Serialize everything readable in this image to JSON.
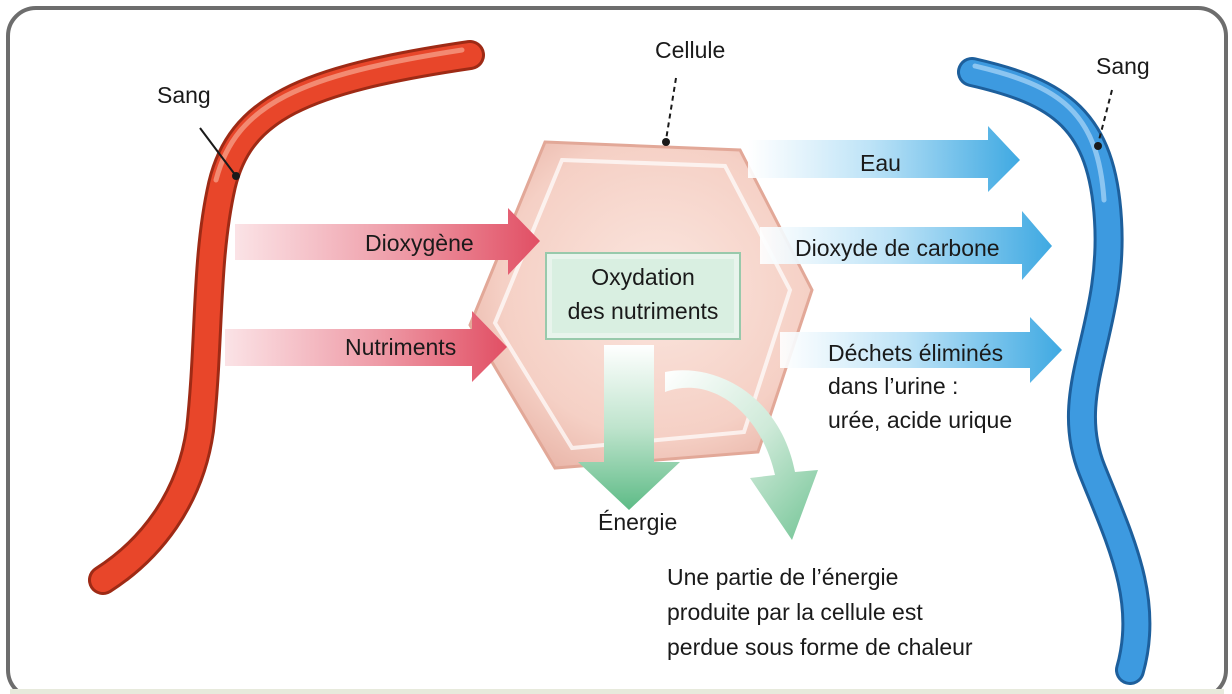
{
  "blood_left": {
    "label": "Sang",
    "color": "#e8462a"
  },
  "blood_right": {
    "label": "Sang",
    "color": "#3d9ae0"
  },
  "cell": {
    "label": "Cellule",
    "color": "#f6d3cb"
  },
  "process": {
    "line1": "Oxydation",
    "line2": "des nutriments",
    "color": "#d9efe1"
  },
  "inputs": [
    {
      "label": "Dioxygène",
      "color": "#e46a78"
    },
    {
      "label": "Nutriments",
      "color": "#e46a78"
    }
  ],
  "outputs": [
    {
      "lines": [
        "Eau"
      ],
      "color": "#4fb4e6"
    },
    {
      "lines": [
        "Dioxyde de carbone"
      ],
      "color": "#4fb4e6"
    },
    {
      "lines": [
        "Déchets éliminés",
        "dans l’urine :",
        "urée, acide urique"
      ],
      "color": "#4fb4e6"
    }
  ],
  "energy": {
    "label": "Énergie",
    "color": "#6fc292"
  },
  "heat_note": {
    "lines": [
      "Une partie de l’énergie",
      "produite par la cellule est",
      "perdue sous forme de chaleur"
    ]
  }
}
